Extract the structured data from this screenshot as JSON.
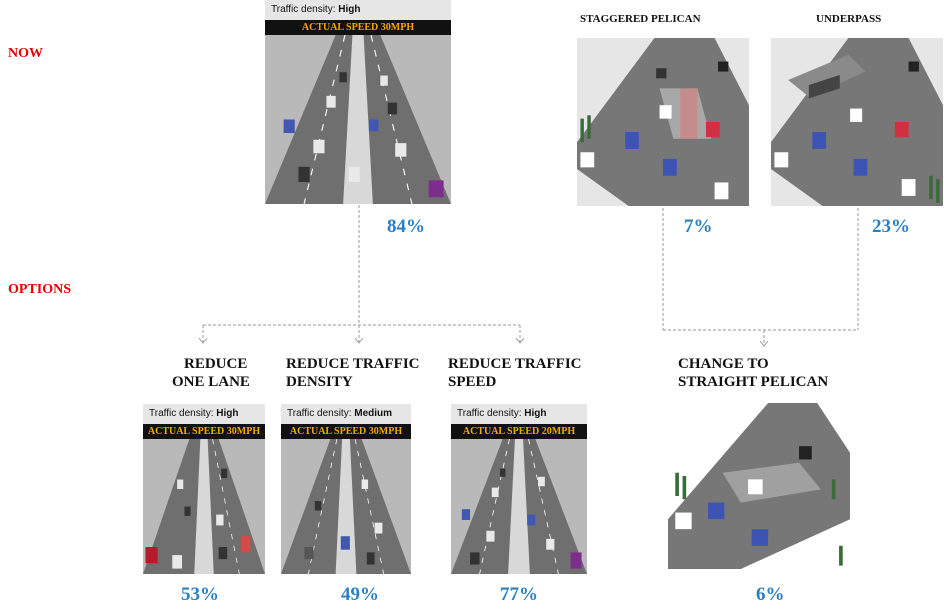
{
  "sections": {
    "now": "NOW",
    "options": "OPTIONS"
  },
  "now_panel": {
    "density_label": "Traffic density:",
    "density_value": "High",
    "speed": "ACTUAL SPEED 30MPH",
    "percent": "84%"
  },
  "crossings": {
    "staggered": {
      "title": "STAGGERED PELICAN",
      "percent": "7%"
    },
    "underpass": {
      "title": "UNDERPASS",
      "percent": "23%"
    },
    "straight": {
      "title_line1": "CHANGE TO",
      "title_line2": "STRAIGHT PELICAN",
      "percent": "6%"
    }
  },
  "options": [
    {
      "title_line1": "REDUCE",
      "title_line2": "ONE LANE",
      "density_label": "Traffic density:",
      "density_value": "High",
      "speed": "ACTUAL SPEED 30MPH",
      "percent": "53%"
    },
    {
      "title_line1": "REDUCE TRAFFIC",
      "title_line2": "DENSITY",
      "density_label": "Traffic density:",
      "density_value": "Medium",
      "speed": "ACTUAL SPEED 30MPH",
      "percent": "49%"
    },
    {
      "title_line1": "REDUCE TRAFFIC",
      "title_line2": "SPEED",
      "density_label": "Traffic density:",
      "density_value": "High",
      "speed": "ACTUAL SPEED 20MPH",
      "percent": "77%"
    }
  ],
  "colors": {
    "section_label": "#e60000",
    "percent": "#2a7fc1",
    "speed_text": "#f2a900",
    "connector": "#9a9a9a"
  }
}
